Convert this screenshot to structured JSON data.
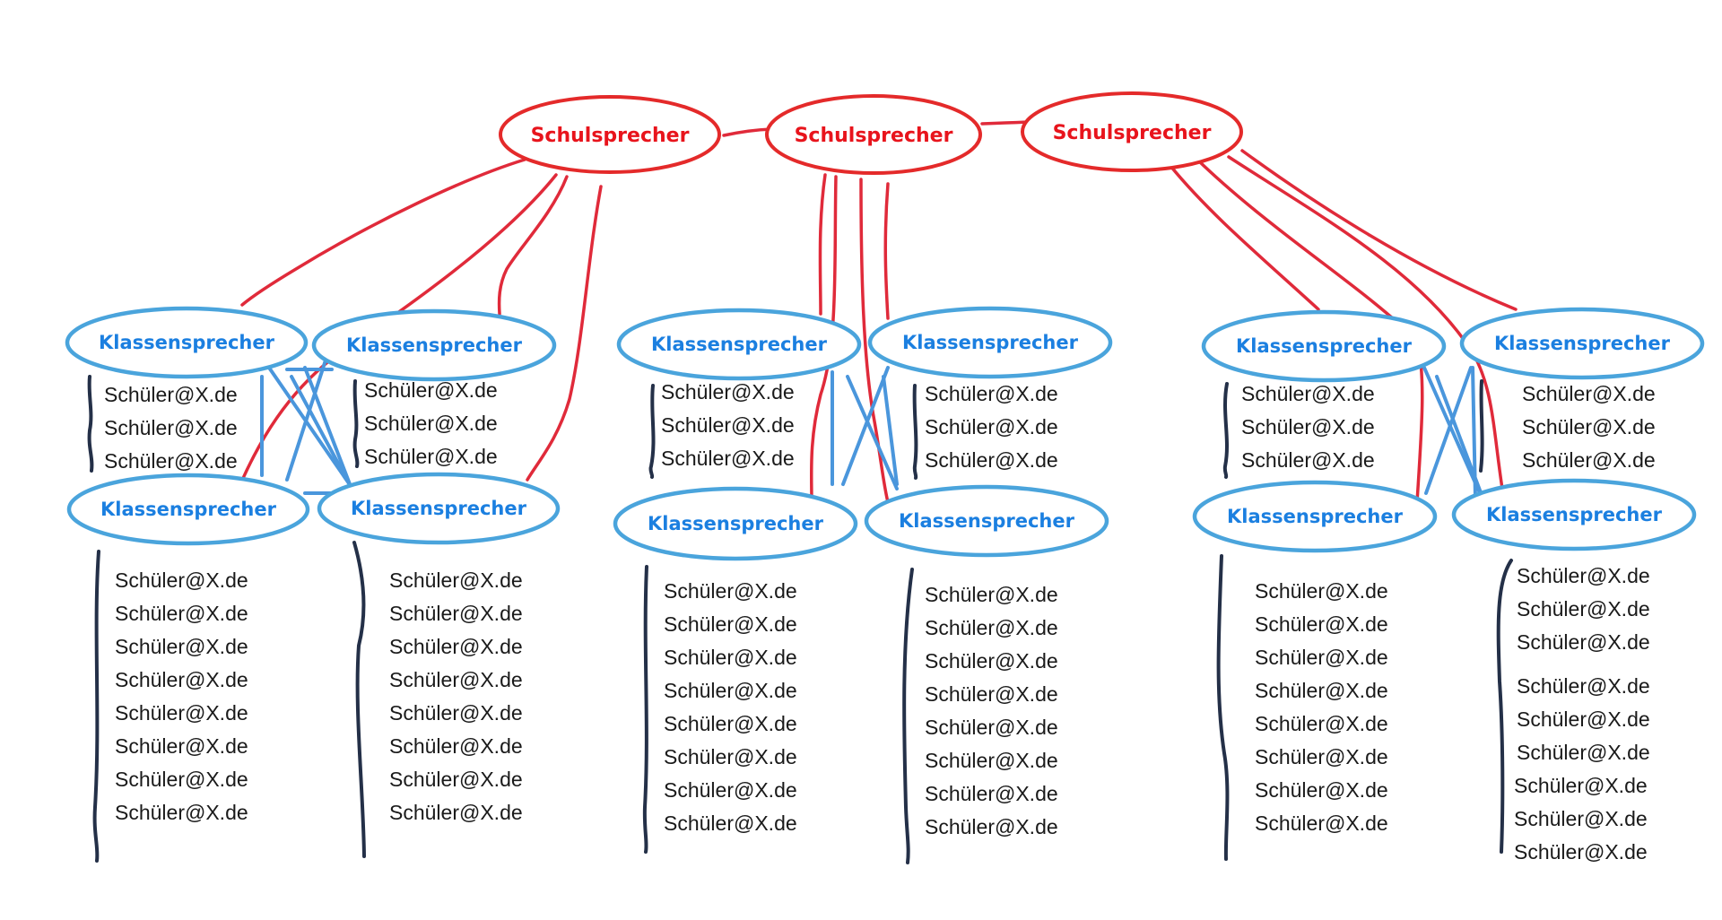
{
  "colors": {
    "school_speaker": "#e8141c",
    "class_speaker": "#1b7fe0",
    "school_link": "#e02a3a",
    "class_link": "#4a96dc",
    "student_bracket": "#243048"
  },
  "school_speakers": [
    {
      "label": "Schulsprecher"
    },
    {
      "label": "Schulsprecher"
    },
    {
      "label": "Schulsprecher"
    }
  ],
  "groups": [
    {
      "class_speakers": [
        {
          "label": "Klassensprecher",
          "students": [
            "Schüler@X.de",
            "Schüler@X.de",
            "Schüler@X.de"
          ]
        },
        {
          "label": "Klassensprecher",
          "students": [
            "Schüler@X.de",
            "Schüler@X.de",
            "Schüler@X.de"
          ]
        },
        {
          "label": "Klassensprecher",
          "students": [
            "Schüler@X.de",
            "Schüler@X.de",
            "Schüler@X.de",
            "Schüler@X.de",
            "Schüler@X.de",
            "Schüler@X.de",
            "Schüler@X.de",
            "Schüler@X.de"
          ]
        },
        {
          "label": "Klassensprecher",
          "students": [
            "Schüler@X.de",
            "Schüler@X.de",
            "Schüler@X.de",
            "Schüler@X.de",
            "Schüler@X.de",
            "Schüler@X.de",
            "Schüler@X.de",
            "Schüler@X.de"
          ]
        }
      ]
    },
    {
      "class_speakers": [
        {
          "label": "Klassensprecher",
          "students": [
            "Schüler@X.de",
            "Schüler@X.de",
            "Schüler@X.de"
          ]
        },
        {
          "label": "Klassensprecher",
          "students": [
            "Schüler@X.de",
            "Schüler@X.de",
            "Schüler@X.de"
          ]
        },
        {
          "label": "Klassensprecher",
          "students": [
            "Schüler@X.de",
            "Schüler@X.de",
            "Schüler@X.de",
            "Schüler@X.de",
            "Schüler@X.de",
            "Schüler@X.de",
            "Schüler@X.de",
            "Schüler@X.de"
          ]
        },
        {
          "label": "Klassensprecher",
          "students": [
            "Schüler@X.de",
            "Schüler@X.de",
            "Schüler@X.de",
            "Schüler@X.de",
            "Schüler@X.de",
            "Schüler@X.de",
            "Schüler@X.de",
            "Schüler@X.de"
          ]
        }
      ]
    },
    {
      "class_speakers": [
        {
          "label": "Klassensprecher",
          "students": [
            "Schüler@X.de",
            "Schüler@X.de",
            "Schüler@X.de"
          ]
        },
        {
          "label": "Klassensprecher",
          "students": [
            "Schüler@X.de",
            "Schüler@X.de",
            "Schüler@X.de"
          ]
        },
        {
          "label": "Klassensprecher",
          "students": [
            "Schüler@X.de",
            "Schüler@X.de",
            "Schüler@X.de",
            "Schüler@X.de",
            "Schüler@X.de",
            "Schüler@X.de",
            "Schüler@X.de",
            "Schüler@X.de"
          ]
        },
        {
          "label": "Klassensprecher",
          "students": [
            "Schüler@X.de",
            "Schüler@X.de",
            "Schüler@X.de",
            "Schüler@X.de",
            "Schüler@X.de",
            "Schüler@X.de",
            "Schüler@X.de",
            "Schüler@X.de",
            "Schüler@X.de"
          ]
        }
      ]
    }
  ]
}
